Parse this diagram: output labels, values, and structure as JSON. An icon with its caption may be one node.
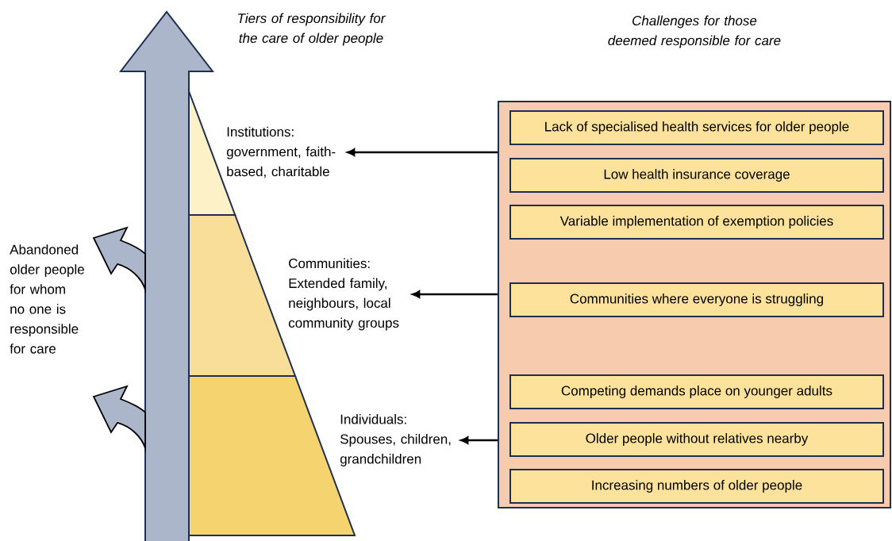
{
  "diagram": {
    "nodes": [
      {
        "text": [
          "Institutions: government, faith-based, charitable"
        ]
      },
      {
        "text": [
          "Communities: Extended family, neighbours, local community groups"
        ]
      },
      {
        "text": [
          "Individuals: Spouses, children, grandchildren"
        ]
      },
      {
        "text": [
          "Challenges for those deemed responsible for care"
        ]
      },
      {
        "text": [
          "Lack of specialised health services for older people"
        ],
        "in": 3
      },
      {
        "text": [
          "Low health insurance coverage"
        ],
        "in": 3
      },
      {
        "text": [
          "Variable implementation of exemption policies"
        ],
        "in": 3
      },
      {
        "text": [
          "Communities where everyone is struggling"
        ],
        "in": 3
      },
      {
        "text": [
          "Competing demands place on younger adults"
        ],
        "in": 3
      },
      {
        "text": [
          "Older people without relatives nearby"
        ],
        "in": 3
      },
      {
        "text": [
          "Increasing numbers of older people"
        ],
        "in": 3
      }
    ],
    "edges": [
      {
        "from": 3,
        "to": 0,
        "arrow": "to"
      },
      {
        "from": 3,
        "to": 1,
        "arrow": "to"
      },
      {
        "from": 3,
        "to": 2,
        "arrow": "to"
      }
    ],
    "labels": [
      "Tiers of responsibility for the care of older people",
      "Abandoned older people for whom no one is responsible for care"
    ]
  }
}
